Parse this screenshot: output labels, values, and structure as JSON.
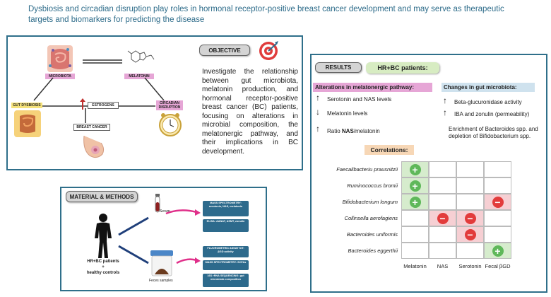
{
  "title": "Dysbiosis and circadian disruption play roles in hormonal receptor-positive breast cancer development and may serve as therapeutic targets and biomarkers for predicting the disease",
  "objective": {
    "diagram": {
      "microbiota": "MICROBIOTA",
      "melatonin": "MELATONIN",
      "gut_dysbiosis": "GUT DYSBIOSIS",
      "estrogens": "ESTROGENS",
      "circadian_disruption": "CIRCADIAN DISRUPTION",
      "breast_cancer": "BREAST CANCER"
    },
    "label": "OBJECTIVE",
    "text": "Investigate the relationship between gut microbiota, melatonin production, and hormonal receptor-positive breast cancer (BC) patients, focusing on alterations in microbial composition, the melatonergic pathway, and their implications in BC development."
  },
  "methods": {
    "label": "MATERIAL & METHODS",
    "patients": "HR+BC patients",
    "plus": "+",
    "controls": "healthy controls",
    "serum": "Serum",
    "feces": "Feces samples",
    "boxes": [
      "MASS SPECTROMETRY: serotonin, NAS, melatonin",
      "ELISA: AANAT, ASMT, zonulin",
      "FLUOROMETRIC ASSAY KIT: βGD activity",
      "MASS SPECTROMETRY: SCFAs",
      "16S rRNA SEQUENCING: gut microbiota composition"
    ]
  },
  "results": {
    "label": "RESULTS",
    "subtitle": "HR+BC patients:",
    "melatonergic_title": "Alterations in melatonergic pathway:",
    "melatonergic": [
      {
        "dir": "↑",
        "text": "Serotonin and NAS levels"
      },
      {
        "dir": "↓",
        "text": "Melatonin levels"
      },
      {
        "dir": "↑",
        "text_pre": "Ratio ",
        "text_bold": "NAS",
        "text_post": "/melatonin"
      }
    ],
    "microbiota_title": "Changes in gut microbiota:",
    "microbiota": [
      {
        "dir": "↑",
        "text": "Beta-glucuronidase activity"
      },
      {
        "dir": "↑",
        "text": "IBA and zonulin (permeability)"
      }
    ],
    "enrichment": "Enrichment of Bacteroides spp. and depletion of Bifidobacterium spp.",
    "correlations_title": "Correlations:",
    "rows": [
      "Faecalibacteriu prausnitzii",
      "Ruminococcus bromii",
      "Bifidobacterium longum",
      "Collinsella aerofagiens",
      "Bacteroides uniformis",
      "Bacteroides eggerthii"
    ],
    "cols": [
      "Melatonin",
      "NAS",
      "Serotonin",
      "Fecal βGD"
    ],
    "matrix": [
      [
        "+",
        "",
        "",
        ""
      ],
      [
        "+",
        "",
        "",
        ""
      ],
      [
        "+",
        "",
        "",
        "-"
      ],
      [
        "",
        "-",
        "-",
        ""
      ],
      [
        "",
        "",
        "-",
        ""
      ],
      [
        "",
        "",
        "",
        "+"
      ]
    ],
    "colors": {
      "plus_cell": "#d6eccd",
      "minus_cell": "#f6cfd3",
      "plus": "#5fb85a",
      "minus": "#e23b3b"
    }
  }
}
